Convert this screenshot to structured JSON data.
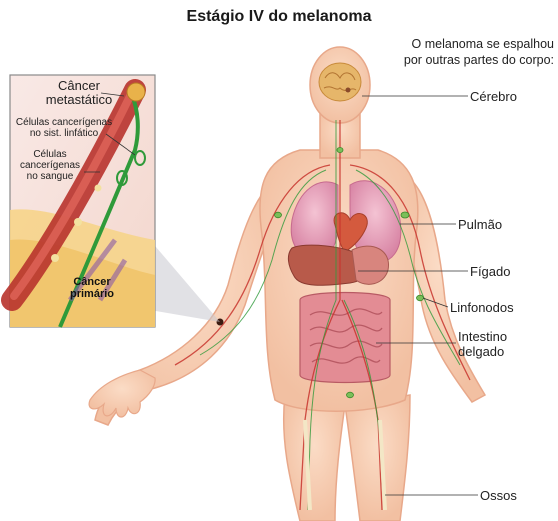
{
  "title": "Estágio IV do melanoma",
  "subtitle_line1": "O melanoma se espalhou",
  "subtitle_line2": "por outras partes do corpo:",
  "organs": {
    "brain": "Cérebro",
    "lung": "Pulmão",
    "liver": "Fígado",
    "lymph": "Linfonodos",
    "intestine_line1": "Intestino",
    "intestine_line2": "delgado",
    "bones": "Ossos"
  },
  "inset": {
    "metastatic_line1": "Câncer",
    "metastatic_line2": "metastático",
    "lymph_cells_line1": "Células cancerígenas",
    "lymph_cells_line2": "no sist. linfático",
    "blood_cells_line1": "Células",
    "blood_cells_line2": "cancerígenas",
    "blood_cells_line3": "no sangue",
    "primary_line1": "Câncer",
    "primary_line2": "primário"
  },
  "colors": {
    "skin": "#f6cdb3",
    "skin_outline": "#e8a88a",
    "lung": "#e9a9c0",
    "liver": "#b85a4a",
    "intestine": "#e38c94",
    "brain": "#e6b66a",
    "blood_vessel": "#c8352e",
    "lymph_vessel": "#2f9a3a"
  }
}
